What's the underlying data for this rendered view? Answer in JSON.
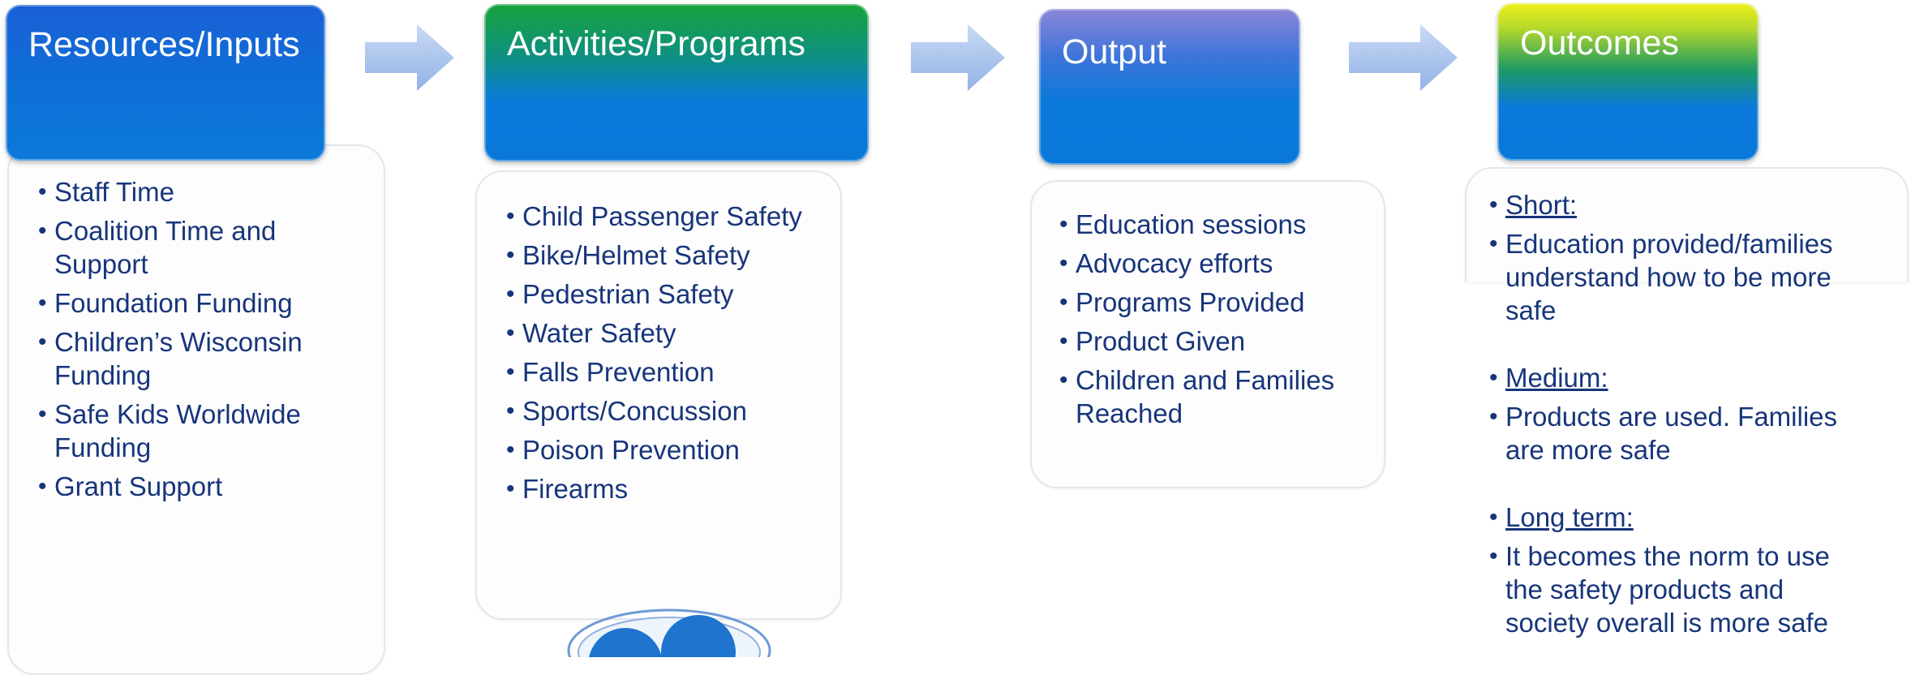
{
  "stages": [
    {
      "title": "Resources/Inputs",
      "items": [
        "Staff Time",
        "Coalition Time and Support",
        "Foundation Funding",
        "Children’s Wisconsin Funding",
        "Safe Kids Worldwide Funding",
        "Grant Support"
      ]
    },
    {
      "title": "Activities/Programs",
      "items": [
        "Child Passenger Safety",
        "Bike/Helmet Safety",
        "Pedestrian Safety",
        "Water Safety",
        "Falls Prevention",
        "Sports/Concussion",
        "Poison Prevention",
        "Firearms"
      ]
    },
    {
      "title": "Output",
      "items": [
        "Education sessions",
        "Advocacy efforts",
        "Programs Provided",
        "Product Given",
        "Children and Families Reached"
      ]
    },
    {
      "title": "Outcomes",
      "sections": [
        {
          "heading": "Short:",
          "text": "Education provided/families understand how to be more safe"
        },
        {
          "heading": "Medium:",
          "text": "Products are used. Families are more safe"
        },
        {
          "heading": "Long term:",
          "text": "It becomes the norm to use the safety products and society overall is more safe"
        }
      ]
    }
  ],
  "colors": {
    "bullet_text": "#17357a",
    "header_blue": "#0b79da",
    "arrow_fill": "#a9c3ec"
  }
}
